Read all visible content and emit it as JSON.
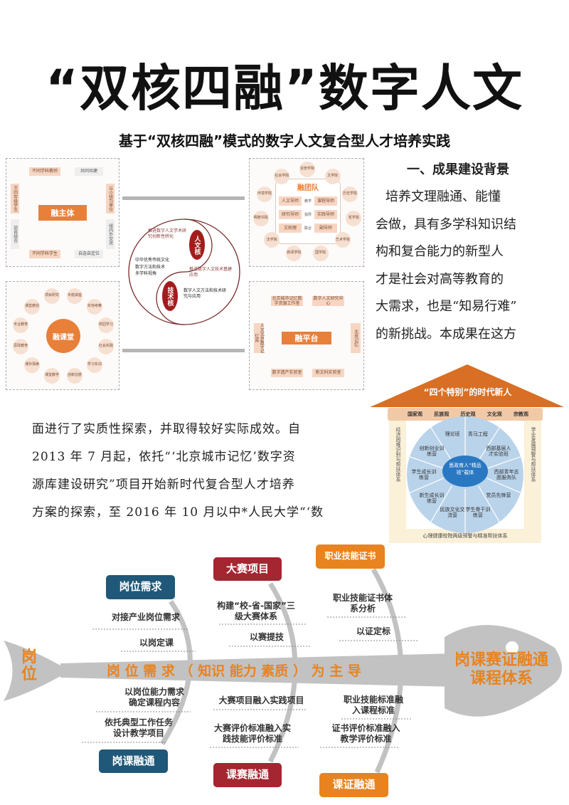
{
  "title": "“双核四融”数字人文",
  "subtitle": "基于“双核四融”模式的数字人文复合型人才培养实践",
  "panel_subject": {
    "center": "融主体",
    "top_left": "不同学科教师",
    "top_right": "共同共建",
    "bottom_left": "不同学科学生",
    "bottom_right": "自选自定位",
    "left_top": "不同年级学生",
    "left_bottom": "项目组合",
    "right_top": "以小组为单位",
    "right_bottom": "组内外交流"
  },
  "panel_class": {
    "center": "融课堂",
    "nodes": [
      "项目研究",
      "专题讲座",
      "实地考察",
      "校园学习",
      "社会实践",
      "学习实训",
      "创新创意",
      "课堂教学",
      "课外探索",
      "思政教育",
      "专业教育",
      "课堂教授"
    ]
  },
  "panel_team": {
    "title": "融团队",
    "rows": [
      [
        "人文导师",
        "教学",
        "课程导师"
      ],
      [
        "研究导师",
        "指导",
        "实践导师"
      ],
      [
        "文助理",
        "联合",
        "副导师"
      ]
    ],
    "nodes": [
      "信管学院",
      "文学院",
      "历史学院",
      "哲学院",
      "艺术学院",
      "国学院",
      "新闻学院",
      "法学院",
      "明德书院",
      "环境学院",
      "社会学院"
    ]
  },
  "panel_platform": {
    "center": "融平台",
    "top_left": "北京城市记忆数字资源工作室",
    "top_right": "数字人文研究中心",
    "left": "人文北京数字记忆库",
    "right": "北京记忆",
    "bottom_left": "数字遗产实验室",
    "bottom_right": "新文科实验室"
  },
  "dual_core": {
    "humanities_core": "人文核",
    "tech_core": "技术核",
    "humanities_points": [
      "推进数字人文学术研究创新性转化"
    ],
    "shared_points": [
      "中华优秀传统文化",
      "数字方法和技术",
      "多学科视角"
    ],
    "tech_points": [
      "推进数字人文技术基建应用",
      "数字人文方法和技术研究与应用"
    ]
  },
  "section": {
    "heading": "一、成果建设背景",
    "right_lines": [
      "培养文理融通、能懂",
      "会做，具有多学科知识结",
      "构和复合能力的新型人",
      "才是社会对高等教育的",
      "大需求，也是“知易行难”",
      "的新挑战。本成果在这方"
    ],
    "left_lines": [
      "面进行了实质性探索，并取得较好实际成效。自",
      "2013 年 7 月起，依托“‘北京城市记忆’数字资",
      "源库建设研究”项目开始新时代复合型人才培养",
      "方案的探索，至 2016 年 10 月以中*人民大学“‘数"
    ]
  },
  "house": {
    "roof": "“四个特别”的时代新人",
    "beam": [
      "国家观",
      "民族观",
      "历史观",
      "文化观",
      "宗教观"
    ],
    "left_pillar": "经济困难识别与帮扶体系",
    "right_pillar": "学业发展预警与帮扶体系",
    "base": "心理健康校院两级预警与精准帮扶体系",
    "hub": "思政育人“精品班”载体",
    "segments": [
      "青马工程",
      "西部基层人才实验班",
      "西部青年志愿服务队",
      "党员先锋营",
      "学生骨干训练营",
      "民族文化交流营",
      "新生成长训练营",
      "学生成长训练营",
      "创新创业训练营",
      "理论班"
    ],
    "colors": {
      "roof": "#d86f24",
      "beam": "#f2c9a7",
      "wheel": "#b9d3ea",
      "hub": "#2a78c2"
    }
  },
  "fishbone": {
    "tail": "岗位",
    "spine": "岗 位 需 求 （ 知识 能力 素质 ） 为 主 导",
    "head": [
      "岗课赛证融通",
      "课程体系"
    ],
    "tags": {
      "post_demand": "岗位需求",
      "post_course": "岗课融通",
      "contest": "大赛项目",
      "course_contest": "课赛融通",
      "cert": "职业技能证书",
      "course_cert": "课证融通"
    },
    "items": {
      "post_top": [
        "对接产业岗位需求",
        "以岗定课"
      ],
      "post_bottom": [
        "以岗位能力需求确定课程内容",
        "依托典型工作任务设计教学项目"
      ],
      "contest_top": [
        "构建“校-省-国家”三级大赛体系",
        "以赛提技"
      ],
      "contest_bottom": [
        "大赛项目融入实践项目",
        "大赛评价标准融入实践技能评价标准"
      ],
      "cert_top": [
        "职业技能证书体系分析",
        "以证定标"
      ],
      "cert_bottom": [
        "职业技能标准融入课程标准",
        "证书评价标准融入教学评价标准"
      ]
    },
    "colors": {
      "blue": "#1f5878",
      "red": "#a32631",
      "orange": "#e8831f",
      "bone": "#c2c2c2",
      "text_orange": "#e8831f"
    }
  }
}
